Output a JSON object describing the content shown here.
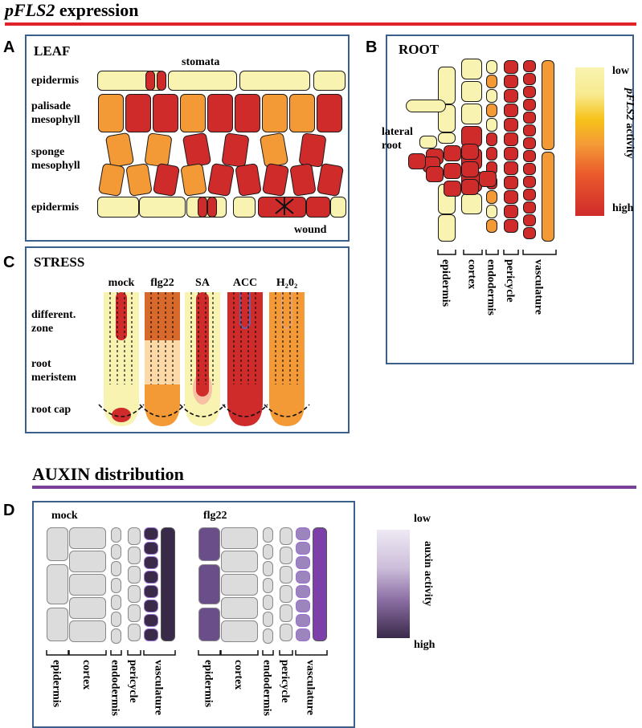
{
  "header_top": {
    "gene": "pFLS2",
    "rest": " expression"
  },
  "header_auxin": "AUXIN distribution",
  "colors": {
    "red_rule": "#e0232a",
    "purple_rule": "#7b3f98",
    "panel_border": "#3a5f8a",
    "low": "#f8f3b0",
    "mid": "#f39a36",
    "high": "#cf2b2b",
    "auxin_low": "#e8e2ee",
    "auxin_high": "#3a2a4a",
    "auxin_vascular_flg22": "#7d3fa8"
  },
  "panelA": {
    "letter": "A",
    "title": "LEAF",
    "labels": {
      "stomata": "stomata",
      "epidermis_top": "epidermis",
      "palisade": "palisade\nmesophyll",
      "sponge": "sponge\nmesophyll",
      "epidermis_bottom": "epidermis",
      "wound": "wound"
    },
    "wound_icon": "wound-mark-icon"
  },
  "panelB": {
    "letter": "B",
    "title": "ROOT",
    "lateral_label": "lateral\nroot",
    "legend": {
      "low": "low",
      "high": "high",
      "gene": "pFLS2",
      "activity": " activity"
    },
    "tissues": [
      "epidermis",
      "cortex",
      "endodermis",
      "pericycle",
      "vasculature"
    ]
  },
  "panelC": {
    "letter": "C",
    "title": "STRESS",
    "zones": [
      "different.\nzone",
      "root\nmeristem",
      "root cap"
    ],
    "treatments": [
      "mock",
      "flg22",
      "SA",
      "ACC",
      "H₂0₂"
    ]
  },
  "panelD": {
    "letter": "D",
    "conditions": [
      "mock",
      "flg22"
    ],
    "tissues": [
      "epidermis",
      "cortex",
      "endodermis",
      "pericycle",
      "vasculature"
    ],
    "legend": {
      "low": "low",
      "high": "high",
      "activity": "auxin activity"
    }
  }
}
